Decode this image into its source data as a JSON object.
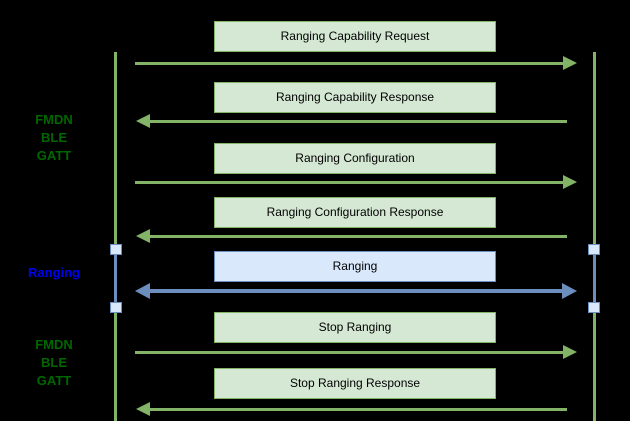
{
  "side_labels": [
    {
      "lines": [
        "FMDN",
        "BLE",
        "GATT"
      ]
    },
    {
      "lines": [
        "Ranging"
      ]
    },
    {
      "lines": [
        "FMDN",
        "BLE",
        "GATT"
      ]
    }
  ],
  "messages": [
    {
      "label": "Ranging Capability Request",
      "direction": "right",
      "style": "green"
    },
    {
      "label": "Ranging Capability Response",
      "direction": "left",
      "style": "green"
    },
    {
      "label": "Ranging Configuration",
      "direction": "right",
      "style": "green"
    },
    {
      "label": "Ranging Configuration Response",
      "direction": "left",
      "style": "green"
    },
    {
      "label": "Ranging",
      "direction": "both",
      "style": "blue"
    },
    {
      "label": "Stop Ranging",
      "direction": "right",
      "style": "green"
    },
    {
      "label": "Stop Ranging Response",
      "direction": "left",
      "style": "green"
    }
  ],
  "colors": {
    "background": "#000000",
    "green_fill": "#d5e8d4",
    "green_stroke": "#82b366",
    "blue_fill": "#dae8fc",
    "blue_stroke": "#6c8ebf",
    "label_green": "#006600",
    "label_blue": "#0000ee",
    "box_text": "#000000"
  }
}
